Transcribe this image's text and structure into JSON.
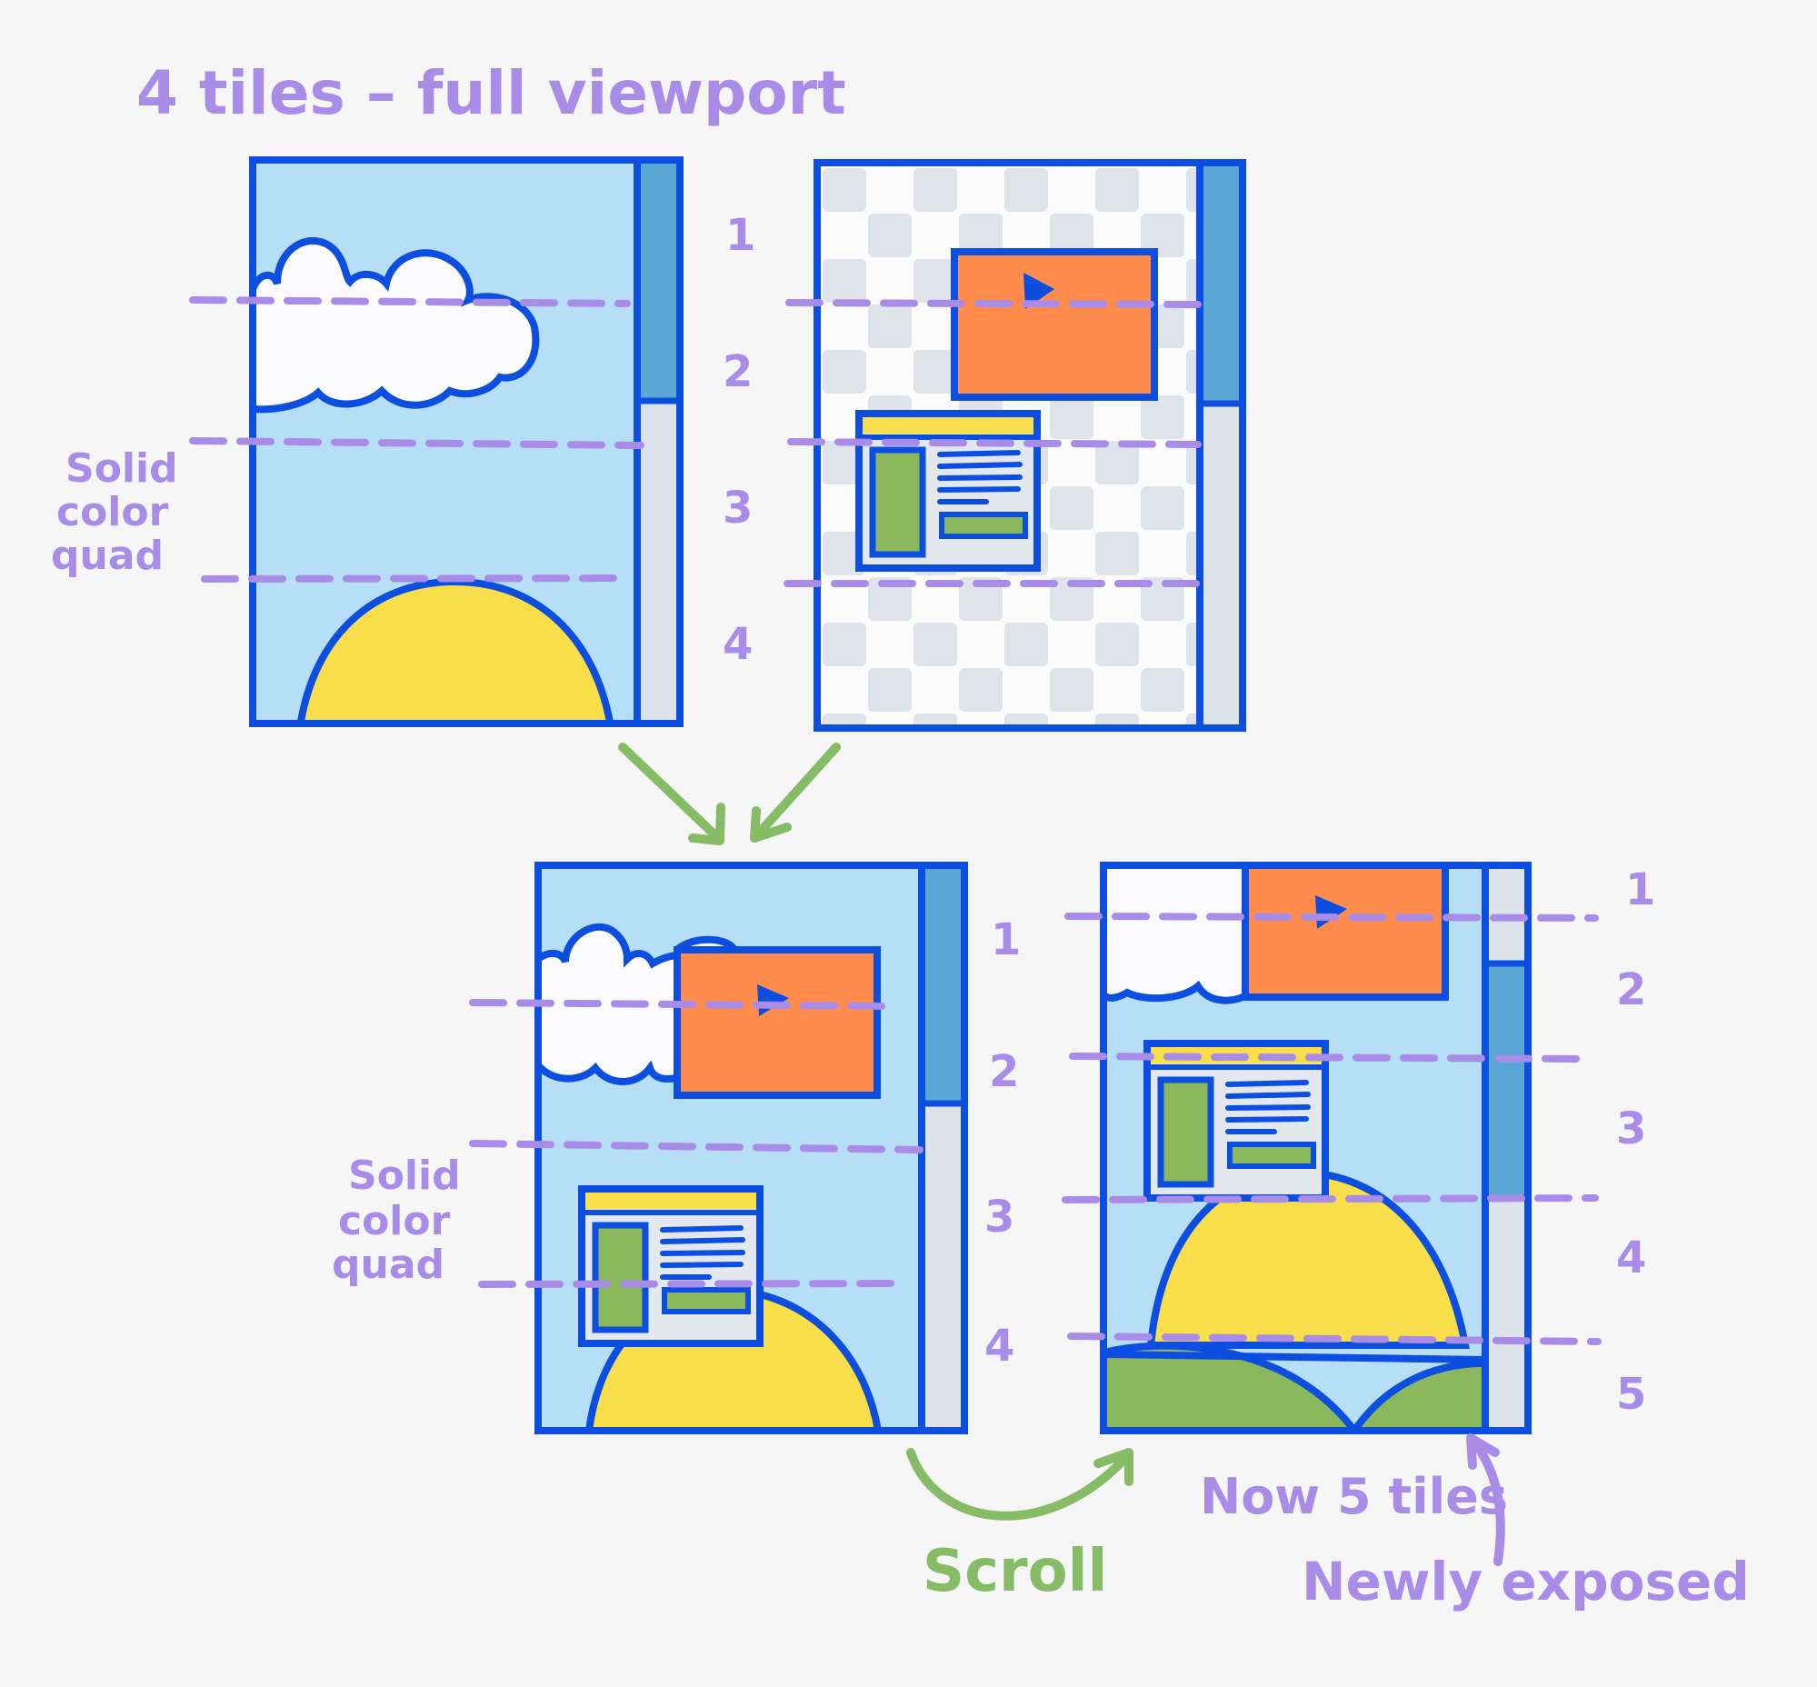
{
  "title": "4 tiles – full viewport",
  "colors": {
    "background": "#f6f6f7",
    "outline": "#0b4ee0",
    "sky": "#b6def7",
    "cloud": "#fbfbfd",
    "sun": "#f8de4a",
    "video": "#ff8c4c",
    "hill": "#8bb85c",
    "scroll_thumb": "#5aa7d6",
    "scroll_track": "#dde3ea",
    "checker": "#dfe4ea",
    "card_bg": "#e3e8ee",
    "annotation": "#a98be8",
    "arrow": "#86bc66"
  },
  "panels": [
    {
      "id": "layer-sky",
      "description": "Background layer: sky, cloud, sun",
      "tiles": [
        "1",
        "2",
        "3",
        "4"
      ],
      "solid_color_label": "Solid color quad"
    },
    {
      "id": "layer-content",
      "description": "Foreground layer: video and card on transparent checkerboard",
      "tiles": [
        "1",
        "2",
        "3",
        "4"
      ]
    },
    {
      "id": "composited",
      "description": "Composited layers",
      "tiles": [
        "1",
        "2",
        "3",
        "4"
      ],
      "solid_color_label": "Solid color quad"
    },
    {
      "id": "scrolled",
      "description": "After scroll",
      "tiles": [
        "1",
        "2",
        "3",
        "4",
        "5"
      ]
    }
  ],
  "labels": {
    "solid_color_1": [
      "Solid",
      "color",
      "quad"
    ],
    "solid_color_2": [
      "Solid",
      "color",
      "quad"
    ],
    "scroll": "Scroll",
    "now_tiles": "Now 5 tiles",
    "newly_exposed": "Newly exposed"
  },
  "tile_numbers": {
    "top": [
      "1",
      "2",
      "3",
      "4"
    ],
    "bottom_left": [
      "1",
      "2",
      "3",
      "4"
    ],
    "bottom_right": [
      "1",
      "2",
      "3",
      "4",
      "5"
    ]
  },
  "icons": {
    "play": "play-icon",
    "merge_arrows": "arrow-down-icon",
    "scroll_arrow": "curved-arrow-icon",
    "up_arrow": "arrow-up-icon"
  }
}
